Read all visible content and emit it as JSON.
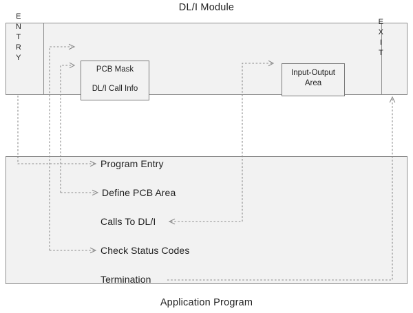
{
  "diagram": {
    "top_title": "DL/I Module",
    "bottom_title": "Application Program",
    "dli_module": {
      "entry_label": "E\nN\nT\nR\nY",
      "entry_label_chars": [
        "E",
        "N",
        "T",
        "R",
        "Y"
      ],
      "exit_label_chars": [
        "E",
        "X",
        "I",
        "T"
      ],
      "boxes": [
        {
          "id": "pcb-mask",
          "line1": "PCB Mask",
          "line2": "DL/I Call Info"
        },
        {
          "id": "input-output-area",
          "line1": "Input-Output",
          "line2": "Area"
        }
      ]
    },
    "application_program": {
      "steps": [
        "Program Entry",
        "Define PCB Area",
        "Calls To DL/I",
        "Check Status Codes",
        "Termination"
      ]
    },
    "connections": [
      {
        "from": "ENTRY",
        "to": "Program Entry",
        "style": "dashed",
        "direction": "down-right"
      },
      {
        "from": "Define PCB Area",
        "to": "PCB Mask",
        "style": "dashed",
        "direction": "up-right"
      },
      {
        "from": "Check Status Codes",
        "to": "DL/I Call Info",
        "style": "dashed",
        "direction": "up-right"
      },
      {
        "from": "Calls To DL/I",
        "to": "Input-Output Area",
        "style": "dashed",
        "direction": "up-right"
      },
      {
        "from": "Termination",
        "to": "EXIT",
        "style": "dashed",
        "direction": "right-up"
      }
    ],
    "colors": {
      "panel_fill": "#f2f2f2",
      "panel_border": "#8d8d8d",
      "box_border": "#7a7a7a",
      "wire": "#8a8a8a",
      "text": "#1f1f1f",
      "page_background": "#ffffff"
    }
  }
}
